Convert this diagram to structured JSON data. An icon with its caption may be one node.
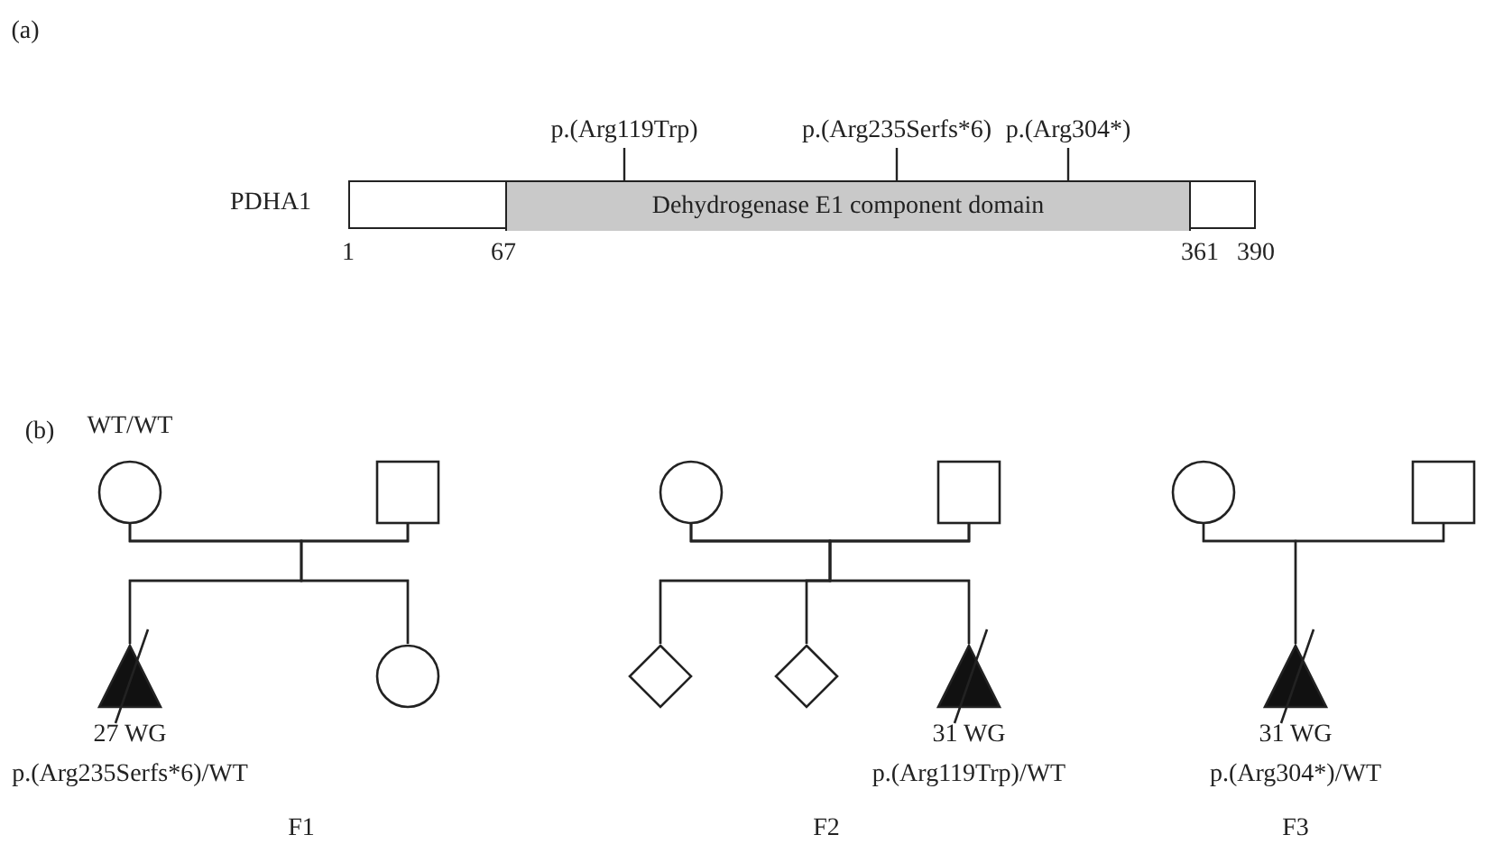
{
  "diagram": {
    "nodes": [
      {
        "text": [],
        "shape": "bar"
      },
      {
        "text": [
          "Dehydrogenase E1 component domain"
        ],
        "in": 0
      },
      {
        "text": [
          "p.(Arg119Trp)"
        ]
      },
      {
        "text": [
          "p.(Arg235Serfs*6)"
        ]
      },
      {
        "text": [
          "p.(Arg304*)"
        ]
      },
      {
        "text": [],
        "shape": "circle",
        "beside": [
          "WT/WT"
        ]
      },
      {
        "text": [],
        "shape": "box"
      },
      {
        "text": [],
        "shape": "triangle",
        "beside": [
          "27 WG",
          "p.(Arg235Serfs*6)/WT"
        ]
      },
      {
        "text": [],
        "shape": "circle"
      },
      {
        "text": [],
        "shape": "circle"
      },
      {
        "text": [],
        "shape": "box"
      },
      {
        "text": [],
        "shape": "diamond"
      },
      {
        "text": [],
        "shape": "diamond"
      },
      {
        "text": [],
        "shape": "triangle",
        "beside": [
          "31 WG",
          "p.(Arg119Trp)/WT"
        ]
      },
      {
        "text": [],
        "shape": "circle"
      },
      {
        "text": [],
        "shape": "box"
      },
      {
        "text": [],
        "shape": "triangle",
        "beside": [
          "31 WG",
          "p.(Arg304*)/WT"
        ]
      }
    ],
    "edges": [
      {
        "from": 2,
        "to": 1,
        "arrow": "none"
      },
      {
        "from": 3,
        "to": 1,
        "arrow": "none"
      },
      {
        "from": 4,
        "to": 1,
        "arrow": "none"
      },
      {
        "from": 5,
        "to": 6,
        "arrow": "none"
      },
      {
        "from": 5,
        "to": 7,
        "arrow": "none"
      },
      {
        "from": 6,
        "to": 7,
        "arrow": "none"
      },
      {
        "from": 5,
        "to": 8,
        "arrow": "none"
      },
      {
        "from": 6,
        "to": 8,
        "arrow": "none"
      },
      {
        "from": 9,
        "to": 10,
        "arrow": "none"
      },
      {
        "from": 9,
        "to": 11,
        "arrow": "none"
      },
      {
        "from": 10,
        "to": 11,
        "arrow": "none"
      },
      {
        "from": 9,
        "to": 12,
        "arrow": "none"
      },
      {
        "from": 10,
        "to": 12,
        "arrow": "none"
      },
      {
        "from": 9,
        "to": 13,
        "arrow": "none"
      },
      {
        "from": 10,
        "to": 13,
        "arrow": "none"
      },
      {
        "from": 14,
        "to": 15,
        "arrow": "none"
      },
      {
        "from": 14,
        "to": 16,
        "arrow": "none"
      },
      {
        "from": 15,
        "to": 16,
        "arrow": "none"
      }
    ],
    "labels": [
      "(a)",
      "PDHA1",
      "1",
      "67",
      "361",
      "390",
      "(b)",
      "F1",
      "F2",
      "F3"
    ]
  }
}
